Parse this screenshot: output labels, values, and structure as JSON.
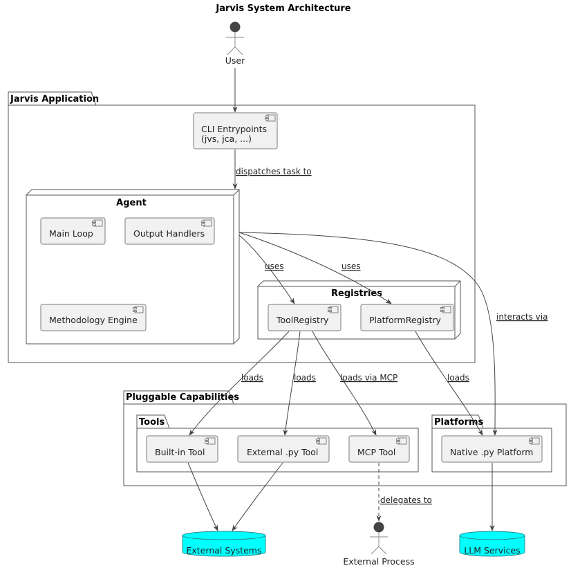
{
  "title": "Jarvis System Architecture",
  "actors": {
    "user": "User",
    "external_process": "External Process"
  },
  "packages": {
    "jarvis_app": "Jarvis Application",
    "agent": "Agent",
    "registries": "Registries",
    "pluggable": "Pluggable Capabilities",
    "tools": "Tools",
    "platforms": "Platforms"
  },
  "components": {
    "cli_line1": "CLI Entrypoints",
    "cli_line2": "(jvs, jca, ...)",
    "main_loop": "Main Loop",
    "output_handlers": "Output Handlers",
    "methodology_engine": "Methodology Engine",
    "tool_registry": "ToolRegistry",
    "platform_registry": "PlatformRegistry",
    "builtin_tool": "Built-in Tool",
    "external_py_tool": "External .py Tool",
    "mcp_tool": "MCP Tool",
    "native_py_platform": "Native .py Platform"
  },
  "databases": {
    "external_systems": "External Systems",
    "llm_services": "LLM Services"
  },
  "edges": {
    "dispatches": "dispatches task to",
    "uses_tool": "uses",
    "uses_platform": "uses",
    "interacts": "interacts via",
    "loads_builtin": "loads",
    "loads_external": "loads",
    "loads_mcp": "loads via MCP",
    "loads_platform": "loads",
    "delegates": "delegates to"
  },
  "colors": {
    "database_fill": "#00ffff",
    "component_fill": "#f1f1f1"
  }
}
